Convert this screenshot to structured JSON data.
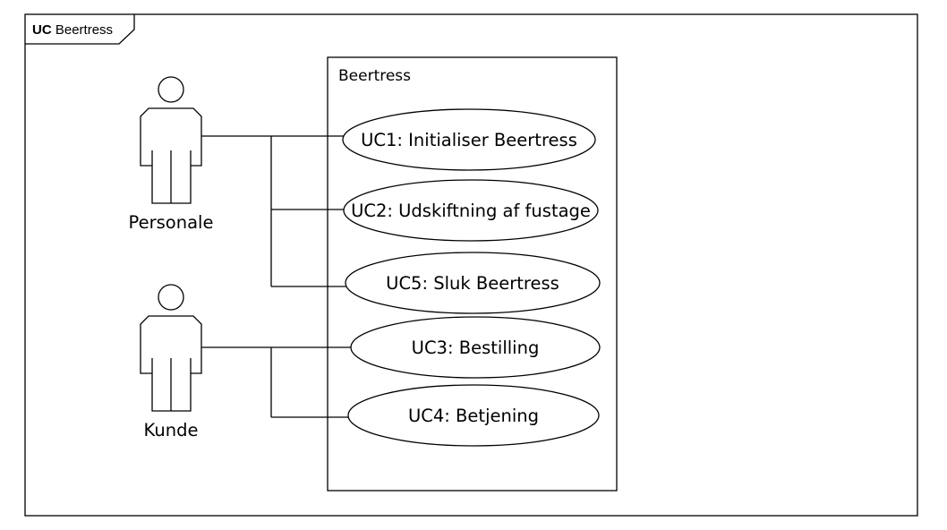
{
  "frame": {
    "keyword": "UC",
    "name": "Beertress"
  },
  "system": {
    "name": "Beertress"
  },
  "actors": [
    {
      "name": "Personale"
    },
    {
      "name": "Kunde"
    }
  ],
  "use_cases": [
    {
      "label": "UC1: Initialiser Beertress"
    },
    {
      "label": "UC2: Udskiftning af fustage"
    },
    {
      "label": "UC5: Sluk Beertress"
    },
    {
      "label": "UC3: Bestilling"
    },
    {
      "label": "UC4: Betjening"
    }
  ],
  "associations": [
    {
      "actor": "Personale",
      "use_cases": [
        "UC1: Initialiser Beertress",
        "UC2: Udskiftning af fustage",
        "UC5: Sluk Beertress"
      ]
    },
    {
      "actor": "Kunde",
      "use_cases": [
        "UC3: Bestilling",
        "UC4: Betjening"
      ]
    }
  ]
}
